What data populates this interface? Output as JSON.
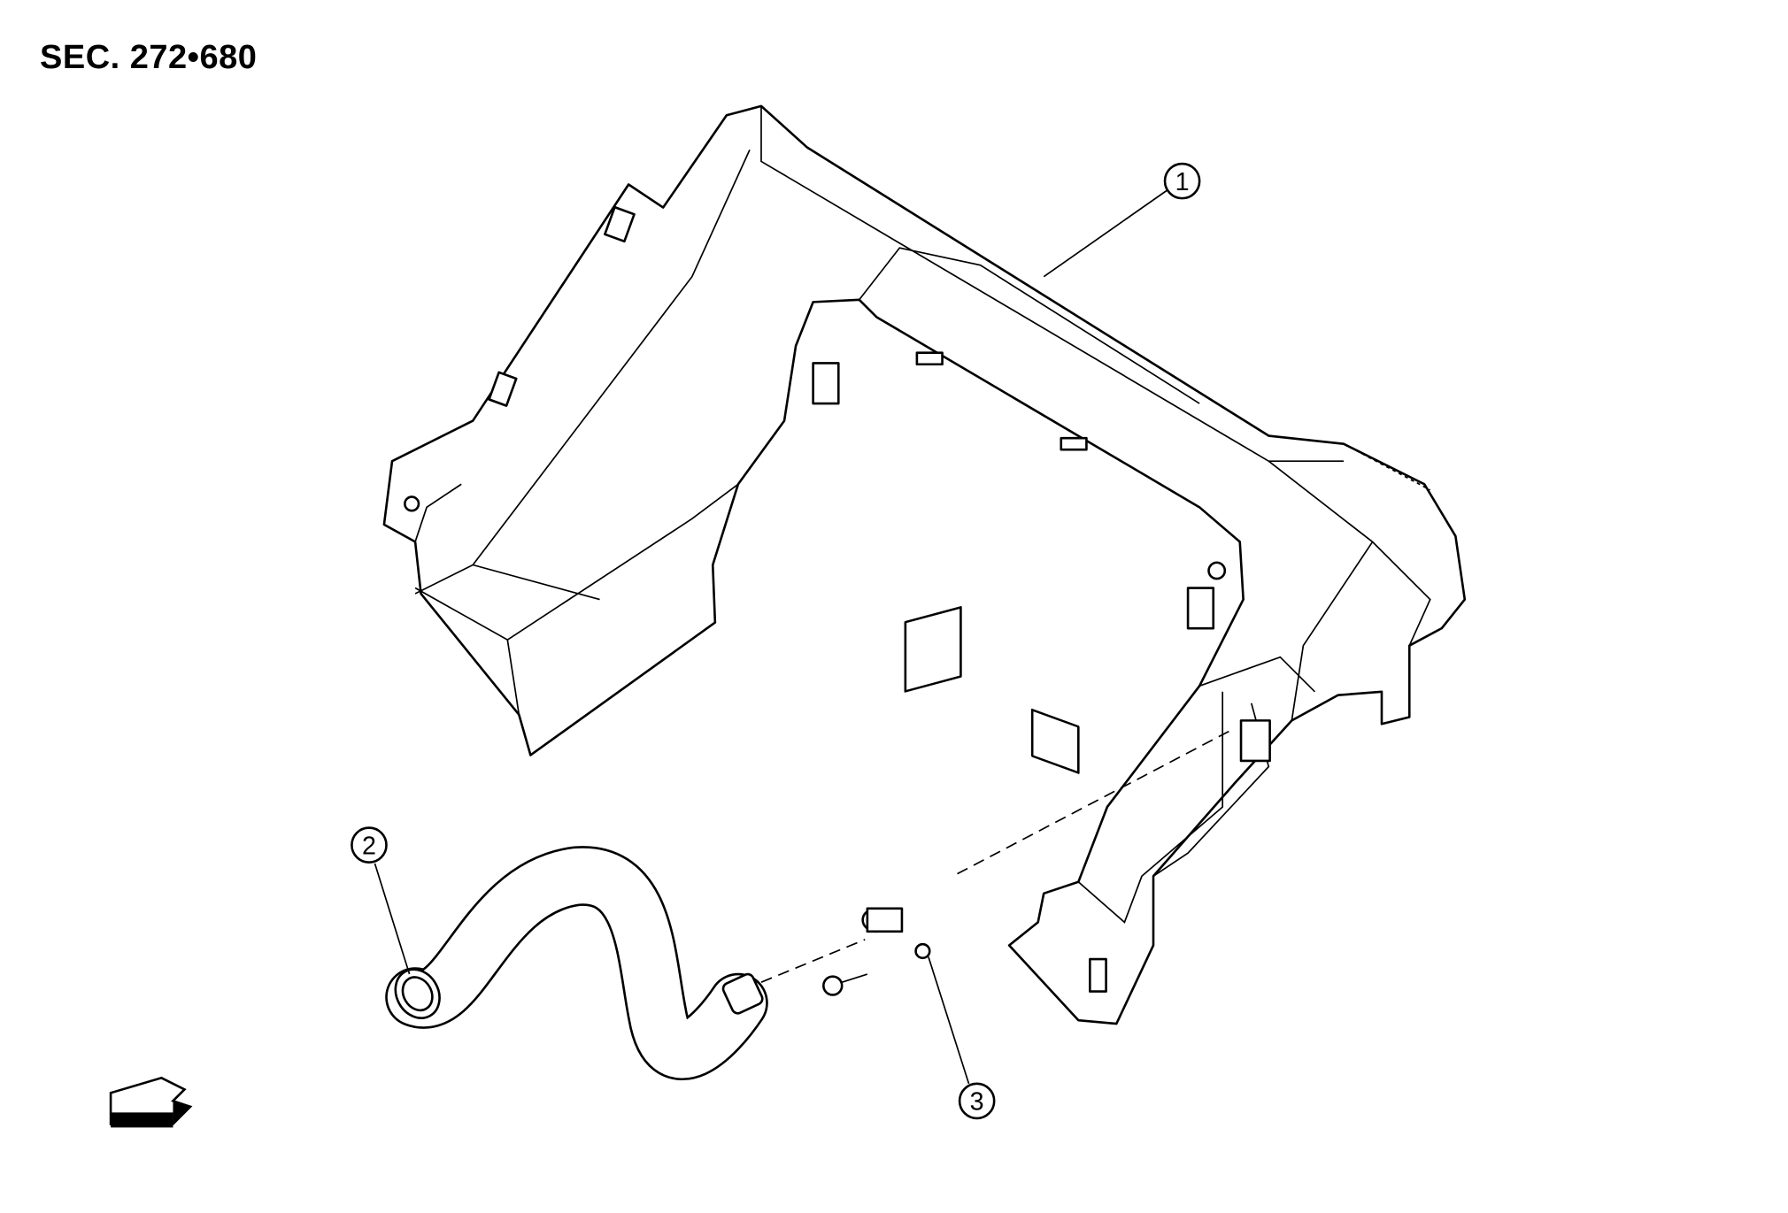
{
  "section_label": "SEC. 272•680",
  "callouts": [
    {
      "number": "1",
      "part": "bracket"
    },
    {
      "number": "2",
      "part": "hose"
    },
    {
      "number": "3",
      "part": "sensor"
    }
  ],
  "icons": {
    "front_arrow": "front-direction-arrow-icon"
  }
}
